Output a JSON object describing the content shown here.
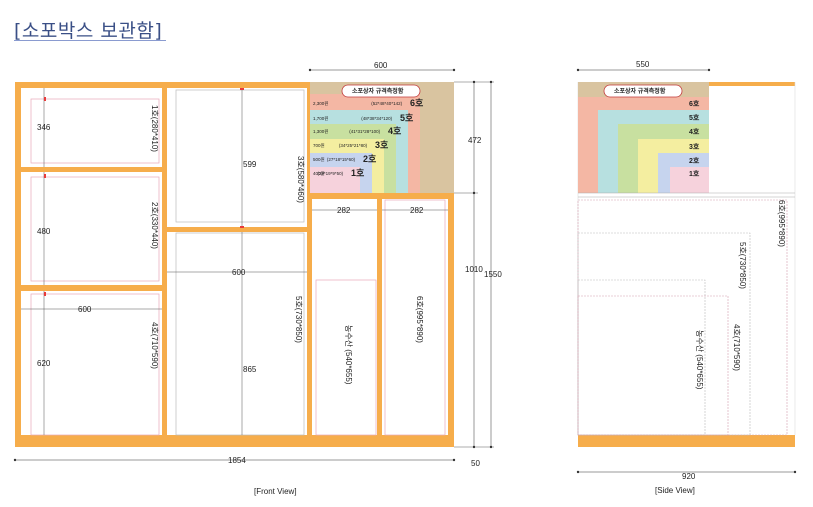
{
  "title": "[소포박스 보관함]",
  "front": {
    "caption": "[Front View]",
    "dims": {
      "top_width": "600",
      "total_width": "1854",
      "right_top": "472",
      "right_mid": "1010",
      "right_total": "1550",
      "bottom_right": "50",
      "col_282a": "282",
      "col_282b": "282",
      "row_346": "346",
      "row_480": "480",
      "row_620": "620",
      "w_600_left": "600",
      "h_599": "599",
      "w_600_mid": "600",
      "h_865": "865"
    },
    "labels": {
      "box1": "1호(280*410)",
      "box2": "2호(330*440)",
      "box4": "4호(710*590)",
      "box3": "3호(580*460)",
      "box5": "5호(730*850)",
      "nongsusan": "농수산 (540*655)",
      "box6": "6호(995*890)"
    }
  },
  "chart_panel": {
    "title": "소포상자 규격측정함",
    "rows": [
      {
        "price": "2,300원",
        "spec": "(52*48*40*142)",
        "ho": "6호",
        "color": "#f4b7a4"
      },
      {
        "price": "1,700원",
        "spec": "(48*38*34*120)",
        "ho": "5호",
        "color": "#b7e0e0"
      },
      {
        "price": "1,300원",
        "spec": "(41*31*28*100)",
        "ho": "4호",
        "color": "#c8e0a0"
      },
      {
        "price": "700원",
        "spec": "(34*25*21*80)",
        "ho": "3호",
        "color": "#f4eea0"
      },
      {
        "price": "500원",
        "spec": "(27*18*15*60)",
        "ho": "2호",
        "color": "#c6d4ee"
      },
      {
        "price": "400원",
        "spec": "(22*19*9*50)",
        "ho": "1호",
        "color": "#f6d2dc"
      }
    ]
  },
  "side": {
    "caption": "[Side View]",
    "dims": {
      "top_width": "550",
      "total_width": "920"
    },
    "labels": {
      "box6": "6호(995*890)",
      "box5": "5호(730*850)",
      "box4": "4호(710*590)",
      "nongsusan": "농수산 (540*655)"
    },
    "hos": [
      "6호",
      "5호",
      "4호",
      "3호",
      "2호",
      "1호"
    ]
  },
  "colors": {
    "frame": "#f6ad4b",
    "panel": "#d9c4a0",
    "red": "#e83a3a"
  }
}
